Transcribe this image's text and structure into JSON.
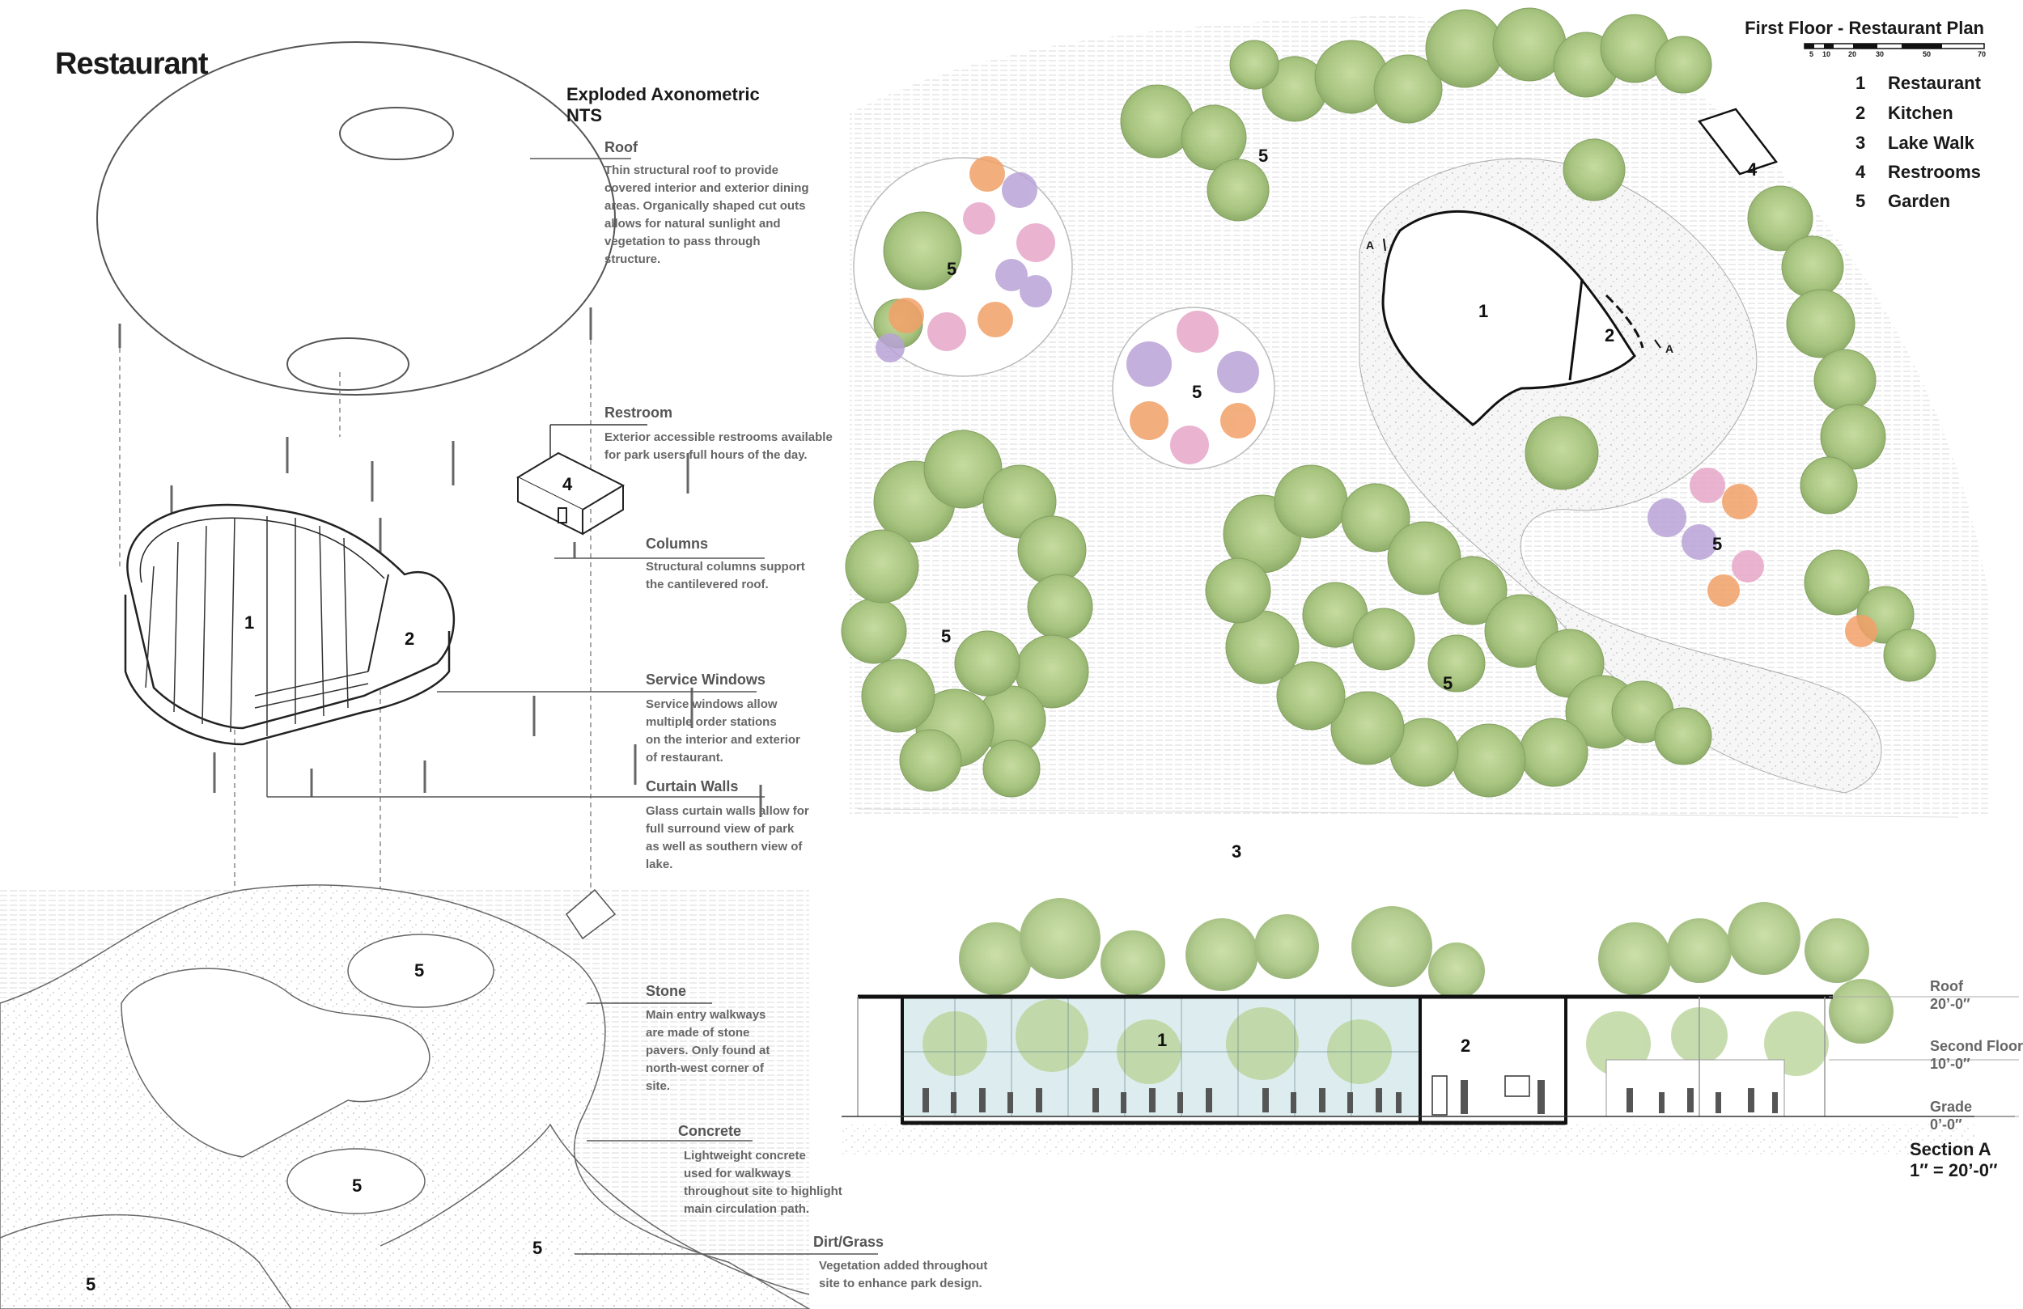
{
  "title": "Restaurant",
  "axonometric": {
    "title": "Exploded Axonometric",
    "subtitle": "NTS",
    "notes": [
      {
        "title": "Roof",
        "body": "Thin structural roof to provide\ncovered interior and exterior dining\nareas. Organically shaped cut outs\nallows for natural sunlight and\nvegetation to pass through\nstructure."
      },
      {
        "title": "Restroom",
        "body": "Exterior accessible restrooms available\nfor park users full hours of the day."
      },
      {
        "title": "Columns",
        "body": "Structural columns support\nthe cantilevered roof."
      },
      {
        "title": "Service Windows",
        "body": "Service windows allow\nmultiple order stations\non the interior and exterior\nof restaurant."
      },
      {
        "title": "Curtain Walls",
        "body": "Glass curtain walls allow for\nfull surround view of park\nas well as southern view of\nlake."
      },
      {
        "title": "Stone",
        "body": "Main entry walkways\nare made of stone\npavers. Only found at\nnorth-west corner of\nsite."
      },
      {
        "title": "Concrete",
        "body": "Lightweight concrete\nused for walkways\nthroughout site to highlight\nmain circulation path."
      },
      {
        "title": "Dirt/Grass",
        "body": "Vegetation added throughout\nsite to enhance park design."
      }
    ],
    "numbers": [
      "1",
      "2",
      "4",
      "5",
      "5",
      "5",
      "5"
    ]
  },
  "plan": {
    "title": "First Floor - Restaurant Plan",
    "scale_ticks": [
      "5",
      "10",
      "20",
      "30",
      "50",
      "70"
    ],
    "legend": [
      {
        "num": "1",
        "label": "Restaurant"
      },
      {
        "num": "2",
        "label": "Kitchen"
      },
      {
        "num": "3",
        "label": "Lake Walk"
      },
      {
        "num": "4",
        "label": "Restrooms"
      },
      {
        "num": "5",
        "label": "Garden"
      }
    ],
    "numbers": [
      "1",
      "2",
      "3",
      "4",
      "5",
      "5",
      "5",
      "5",
      "5",
      "5",
      "5"
    ],
    "section_marker": "A"
  },
  "section": {
    "title": "Section A",
    "scale": "1″ = 20’-0″",
    "levels": [
      {
        "name": "Roof",
        "elev": "20’-0″"
      },
      {
        "name": "Second Floor",
        "elev": "10’-0″"
      },
      {
        "name": "Grade",
        "elev": "0’-0″"
      }
    ],
    "numbers": [
      "1",
      "2"
    ]
  },
  "colors": {
    "tree": "#a9c77e",
    "tree_dark": "#86a95a",
    "flower_orange": "#f2a068",
    "flower_purple": "#b9a3d8",
    "flower_pink": "#e7a7c9",
    "glass": "#cfe6e8",
    "line": "#333333"
  }
}
